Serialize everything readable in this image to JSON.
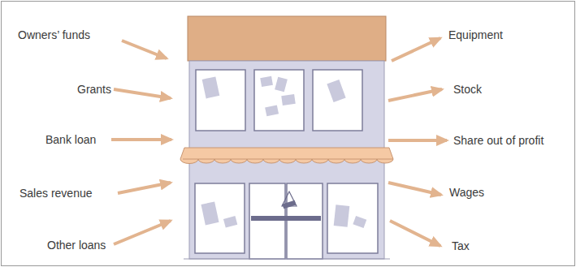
{
  "diagram": {
    "labels": [
      "Owners’ funds",
      "Equipment",
      "Grants",
      "Stock",
      "Bank loan",
      "Share out of profit",
      "Sales revenue",
      "Wages",
      "Other loans",
      "Tax"
    ]
  }
}
